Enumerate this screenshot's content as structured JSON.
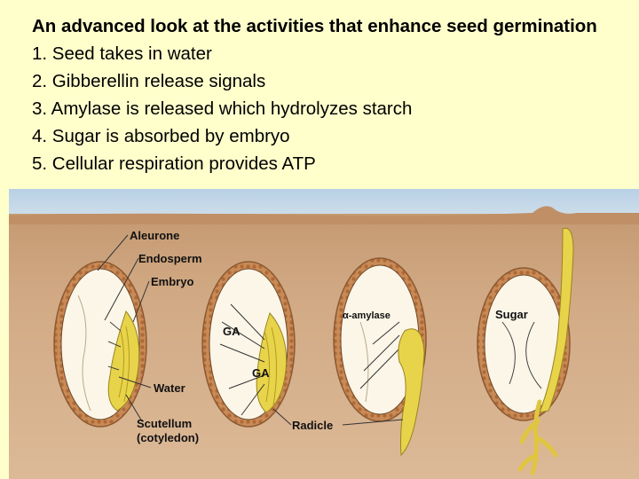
{
  "title": "An advanced look at the activities that enhance seed germination",
  "steps": [
    "1. Seed takes in water",
    "2. Gibberellin release signals",
    "3. Amylase is released which hydrolyzes starch",
    "4. Sugar is absorbed by embryo",
    "5. Cellular respiration provides ATP"
  ],
  "labels": {
    "aleurone": "Aleurone",
    "endosperm": "Endosperm",
    "embryo": "Embryo",
    "water": "Water",
    "scutellum": "Scutellum",
    "cotyledon": "(cotyledon)",
    "ga1": "GA",
    "ga2": "GA",
    "amylase": "α-amylase",
    "radicle": "Radicle",
    "sugar": "Sugar"
  },
  "colors": {
    "background": "#ffffcc",
    "sky": "#c8dcec",
    "soil": "#cfa57e",
    "seed_coat": "#c88a56",
    "endosperm": "#fbf6e8",
    "embryo": "#e8d44a"
  }
}
